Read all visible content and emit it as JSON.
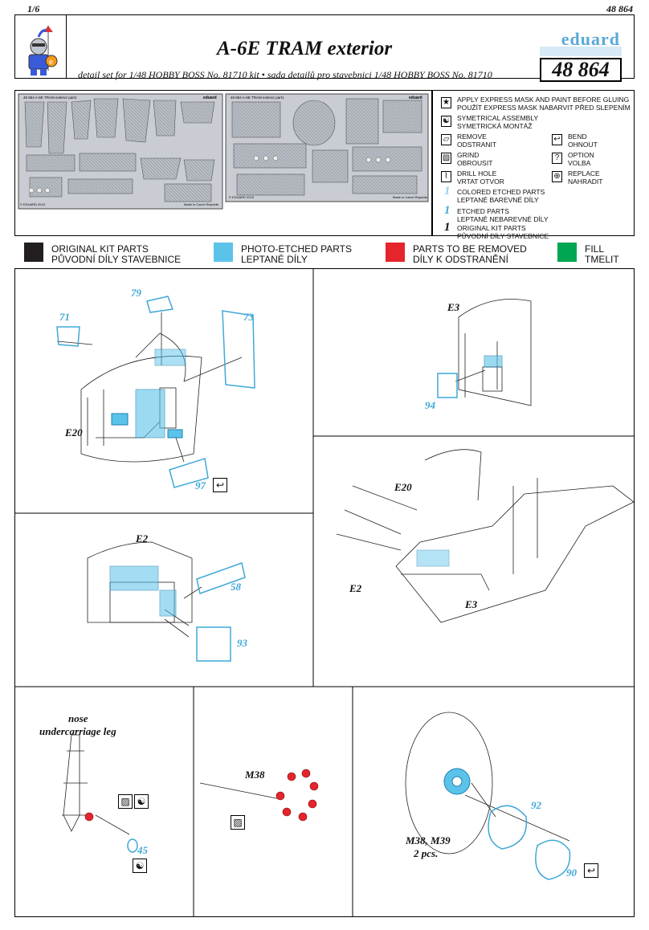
{
  "page": {
    "number": "1/6",
    "kit_code": "48 864"
  },
  "header": {
    "title": "A-6E TRAM exterior",
    "subtitle": "detail set for 1/48 HOBBY BOSS  No. 81710 kit • sada detailů pro stavebnici 1/48 HOBBY BOSS No. 81710",
    "brand": "eduard",
    "kit_number": "48 864"
  },
  "frets": {
    "left_label": "48 864   A-6E TRAM exterior   part1",
    "right_label": "48 864   A-6E TRAM exterior   part1",
    "left_brand": "eduard",
    "right_brand": "eduard",
    "left_copy": "© EDUARD 2015",
    "left_made": "Made in Czech Republic",
    "right_copy": "© EDUARD 2015",
    "right_made": "Made in Czech Republic"
  },
  "legend": {
    "items": [
      {
        "icon": "★",
        "en": "APPLY EXPRESS MASK AND PAINT BEFORE GLUING",
        "cz": "POUŽÍT EXPRESS MASK NABARVIT PŘED SLEPENÍM"
      },
      {
        "icon": "☯",
        "en": "SYMETRICAL ASSEMBLY",
        "cz": "SYMETRICKÁ MONTÁŽ"
      },
      {
        "icon": "▱",
        "en": "REMOVE",
        "cz": "ODSTRANIT"
      },
      {
        "icon": "▨",
        "en": "GRIND",
        "cz": "OBROUSIT"
      },
      {
        "icon": "⌇",
        "en": "DRILL HOLE",
        "cz": "VRTAT OTVOR"
      },
      {
        "icon": "↩",
        "en": "BEND",
        "cz": "OHNOUT"
      },
      {
        "icon": "?",
        "en": "OPTION",
        "cz": "VOLBA"
      },
      {
        "icon": "⊕",
        "en": "REPLACE",
        "cz": "NAHRADIT"
      }
    ],
    "numbered": [
      {
        "num": "1",
        "en": "COLORED ETCHED PARTS",
        "cz": "LEPTANÉ BAREVNÉ DÍLY"
      },
      {
        "num": "1",
        "en": "ETCHED PARTS",
        "cz": "LEPTANÉ NEBAREVNÉ DÍLY"
      },
      {
        "num": "1",
        "en": "ORIGINAL KIT PARTS",
        "cz": "PŮVODNÍ DÍLY STAVEBNICE"
      }
    ]
  },
  "color_legend": [
    {
      "en": "ORIGINAL KIT PARTS",
      "cz": "PŮVODNÍ DÍLY STAVEBNICE",
      "color": "#231f20"
    },
    {
      "en": "PHOTO-ETCHED PARTS",
      "cz": "LEPTANÉ DÍLY",
      "color": "#5bc3ea"
    },
    {
      "en": "PARTS TO BE REMOVED",
      "cz": "DÍLY K ODSTRANĚNÍ",
      "color": "#e5242b"
    },
    {
      "en": "FILL",
      "cz": "TMELIT",
      "color": "#00a651"
    }
  ],
  "steps": {
    "cockpit": {
      "p71": "71",
      "p79": "79",
      "p73": "73",
      "p97": "97",
      "e20": "E20"
    },
    "e3_panel": {
      "e3": "E3",
      "p94": "94"
    },
    "fuselage": {
      "e20": "E20",
      "e2": "E2",
      "e3": "E3"
    },
    "e2_panel": {
      "e2": "E2",
      "p58": "58",
      "p93": "93"
    },
    "nose_leg": {
      "title": "nose",
      "subtitle": "undercarriage leg",
      "p45": "45"
    },
    "m38": {
      "label": "M38"
    },
    "wheel": {
      "p92": "92",
      "p90": "90",
      "label": "M38, M39",
      "count": "2 pcs."
    }
  },
  "palette": {
    "pe_blue": "#5bc3ea",
    "part_red": "#e5242b",
    "brand_blue": "#5aa9d8"
  }
}
